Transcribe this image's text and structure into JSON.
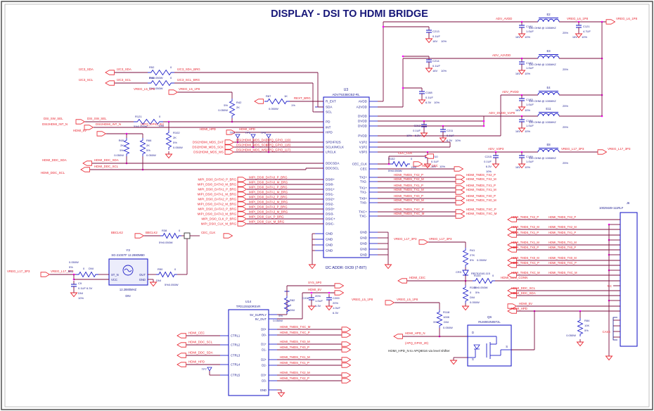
{
  "title": "DISPLAY  - DSI TO HDMI BRIDGE",
  "u3": {
    "ref": "U3",
    "part": "ADV7533BCBZ-RL",
    "addr": "I2C ADDR: 0X39 (7-BIT)",
    "left_pins": [
      "R_EXT",
      "SDA",
      "SCL",
      "PD",
      "INT",
      "HPD",
      "SPDIF/I2S",
      "SCLK/MCLK",
      "LRCLK",
      "DDCSDA",
      "DDCSCL",
      "DSI0+",
      "DSI0-",
      "DSI1+",
      "DSI1-",
      "DSI2+",
      "DSI2-",
      "DSI3+",
      "DSI3-",
      "DSIC+",
      "DSIC-",
      "GND",
      "GND",
      "GND",
      "GND"
    ],
    "right_pins": [
      "AVDD",
      "A2VDD",
      "DVDD",
      "DVDD",
      "DVDD",
      "PVDD",
      "V1P2",
      "V1P2",
      "V3P3",
      "CEC_CLK",
      "CEC",
      "TX2+",
      "TX2-",
      "TX1+",
      "TX1-",
      "TX0+",
      "TX0-",
      "TXC+",
      "TXC-",
      "GND",
      "GND",
      "GND",
      "GND",
      "GND"
    ]
  },
  "rails": [
    {
      "net": "ADV_AVDD",
      "bead": "E2",
      "bead_val": "330 OHM @ 100MHZ",
      "bead_tol": "25%",
      "cap": "C181",
      "cap_val": "1.0UF",
      "cap_v": "16V",
      "cap_tol": "10%"
    },
    {
      "net": "ADV_A2VDD",
      "bead": "E3",
      "bead_val": "330 OHM @ 100MHZ",
      "bead_tol": "25%",
      "cap": "C182",
      "cap_val": "1.0UF",
      "cap_v": "16V",
      "cap_tol": "10%"
    },
    {
      "net": "ADV_PVDD",
      "bead": "E4",
      "bead_val": "330 OHM @ 100MHZ",
      "bead_tol": "25%",
      "cap": "C183",
      "cap_val": "1.0UF",
      "cap_v": "16V",
      "cap_tol": "10%"
    },
    {
      "net": "ADV_DVDD_V1P8",
      "bead": "E11",
      "bead_val": "330 OHM @ 100MHZ",
      "bead_tol": "25%",
      "cap": "C184",
      "cap_val": "1.0UF",
      "cap_v": "16V",
      "cap_tol": "10%"
    },
    {
      "net": "ADV_V3P3",
      "bead": "E8",
      "bead_val": "330 OHM @ 100MHZ",
      "bead_tol": "25%",
      "cap": "C189",
      "cap_val": "1.0UF",
      "cap_v": "16V",
      "cap_tol": "10%"
    }
  ],
  "flags": {
    "vreg_l6": "VREG_L6_1P8",
    "vreg_l17": "VREG_L17_3P3",
    "vreg_l5": "VREG_L5_1P8",
    "sys_5p0": "SYS_5P0",
    "hdmi_5v": "HDMI_5V",
    "hdmi_hpd": "HDMI_HPD",
    "hdmi_cec": "HDMI_CEC",
    "bbclk2": "BBCLK2",
    "cec_clk": "CEC_CLK"
  },
  "c121": {
    "ref": "C121",
    "val": "4.7UF",
    "v": "16V",
    "tol": "10%"
  },
  "c215": {
    "ref": "C215",
    "val": "0.1UF",
    "v": "6.3V",
    "tol": "10%"
  },
  "decaps": [
    {
      "ref": "C213",
      "val": "0.1UF",
      "v": "16V",
      "tol": "10%"
    },
    {
      "ref": "C214",
      "val": "0.1UF",
      "v": "16V",
      "tol": "10%"
    },
    {
      "ref": "C168",
      "val": "0.1UF",
      "v": "6.3V",
      "tol": "10%"
    },
    {
      "ref": "C212",
      "val": "0.1UF",
      "v": "6.3V",
      "tol": "10%"
    },
    {
      "ref": "C211",
      "val": "0.1UF",
      "v": "6.3V",
      "tol": "10%"
    },
    {
      "ref": "C210",
      "val": "0.1UF",
      "v": "16V",
      "tol": "10%"
    }
  ],
  "i2c": {
    "sda": "I2C3_SDA",
    "sda_brg": "I2C3_SDA_BRG",
    "scl": "I2C3_SCL",
    "scl_brg": "I2C3_SCL_BRG",
    "r52": {
      "ref": "R52",
      "val": "0",
      "pw": "5%0.050W"
    },
    "r40": {
      "ref": "R40",
      "val": "0",
      "pw": "5%0.050W"
    }
  },
  "straps": {
    "dsi_sw_sel": "DSI_SW_SEL",
    "int_n": "DSI2HDMI_INT_N",
    "int_gpio": "(APQ_GPIO_31)",
    "r121": {
      "ref": "R121",
      "val": "0",
      "dni": "DNI",
      "pw": "5%0.050W"
    },
    "r42": {
      "ref": "R42",
      "val": "2K",
      "tol": "5%",
      "pw": "0.050W"
    },
    "r102": {
      "ref": "R102",
      "val": "2K",
      "tol": "5%",
      "pw": "0.050W"
    }
  },
  "ddc": {
    "sda": "HDMI_DDC_SDA",
    "scl": "HDMI_DDC_SCL",
    "r65": {
      "ref": "R65",
      "val": "2K",
      "tol": "5%",
      "pw": "0.050W"
    },
    "r66": {
      "ref": "R66",
      "val": "2K",
      "tol": "5%",
      "pw": "0.050W"
    }
  },
  "hpd": {
    "net": "HDMI_HPD",
    "tps": [
      "TP4",
      "TP5",
      "TP6"
    ]
  },
  "mds": [
    {
      "name": "DSI2HDMI_MDS_DAT",
      "gpio": "(APQ_GPIO_119)"
    },
    {
      "name": "DSI2HDMI_MDS_SCK",
      "gpio": "(APQ_GPIO_118)"
    },
    {
      "name": "DSI2HDMI_MDS_WS",
      "gpio": "(APQ_GPIO_117)"
    }
  ],
  "rext": {
    "net": "REXT_BRG",
    "r87": {
      "ref": "R87",
      "val": "1K",
      "tol": "1%",
      "pw": "0.050W"
    }
  },
  "mipi": [
    "MIPI_DSI0_DATA0_P_BRG",
    "MIPI_DSI0_DATA0_M_BRG",
    "MIPI_DSI0_DATA1_P_BRG",
    "MIPI_DSI0_DATA1_M_BRG",
    "MIPI_DSI0_DATA2_P_BRG",
    "MIPI_DSI0_DATA2_M_BRG",
    "MIPI_DSI0_DATA3_P_BRG",
    "MIPI_DSI0_DATA3_M_BRG",
    "MIPI_DSI0_CLK_P_BRG",
    "MIPI_DSI0_CLK_M_BRG"
  ],
  "cecclk": {
    "r152": {
      "ref": "R152",
      "val": "0",
      "dni": "DNI",
      "pw": "5%0.050W"
    }
  },
  "tmds_ic": [
    "HDMI_TMDS_TX2_P",
    "HDMI_TMDS_TX2_M",
    "HDMI_TMDS_TX1_P",
    "HDMI_TMDS_TX1_M",
    "HDMI_TMDS_TX0_P",
    "HDMI_TMDS_TX0_M",
    "HDMI_TMDS_TXC_P",
    "HDMI_TMDS_TXC_M"
  ],
  "osc": {
    "ref": "Y3",
    "part": "SG-210STF 12.2880MB0",
    "freq": "12.2880MHZ",
    "dni": "DNI",
    "pins": {
      "st": "ST_N",
      "vcc": "VCC",
      "out": "OUT",
      "gnd": "GND"
    },
    "r38": {
      "ref": "R38",
      "val": "0",
      "pw": "5%0.050W"
    },
    "r51": {
      "ref": "R51",
      "val": "0",
      "dni": "DNI",
      "tol": "5%",
      "pw": "0.050W"
    },
    "r50": {
      "ref": "R50",
      "val": "0",
      "dni": "DNI",
      "pw": "5%0.050W"
    },
    "c9": {
      "ref": "C9",
      "val": "0.1UF 6.3V",
      "dni": "DNI",
      "tol": "10%"
    }
  },
  "u14": {
    "ref": "U14",
    "part": "TPD12S520RSVR",
    "pins_left": [
      "CTRL1",
      "CTRL2",
      "CTRL3",
      "CTRL4",
      "CTRL5"
    ],
    "pin_supply": "5V_SUPPLY",
    "pin_out": "5V_OUT",
    "pin_gnd": "GND",
    "pins_d": [
      "D0+",
      "D0-",
      "D1+",
      "D1-",
      "D2+",
      "D2-",
      "D3+",
      "D3-"
    ],
    "ctrl_nets": [
      "HDMI_CEC",
      "HDMI_DDC_SCL",
      "HDMI_DDC_SDA",
      "HDMI_HPD"
    ],
    "tp7": "TP7",
    "d_nets": [
      "HDMI_TMDS_TXC_M",
      "HDMI_TMDS_TXC_P",
      "HDMI_TMDS_TX0_M",
      "HDMI_TMDS_TX0_P",
      "HDMI_TMDS_TX1_M",
      "HDMI_TMDS_TX1_P",
      "HDMI_TMDS_TX2_M",
      "HDMI_TMDS_TX2_P"
    ],
    "r82": {
      "ref": "R82",
      "val": "0",
      "dni": "DNI",
      "tol": "5%",
      "pw": "0.050W"
    },
    "c208": {
      "ref": "C208",
      "val": "1.0UF",
      "v": "6.3V",
      "tol": "20%"
    },
    "c209": {
      "ref": "C209",
      "val": "1.0UF",
      "v": "6.3V",
      "tol": "20%"
    }
  },
  "lvl": {
    "q6": {
      "ref": "Q6",
      "part": "RUM002N05T2L",
      "pin_d": "D",
      "pin_s": "S",
      "pin_s2": "S"
    },
    "r41": {
      "ref": "R41",
      "val": "27K",
      "tol": "5%",
      "pw": "0.050W"
    },
    "cr3": {
      "ref": "CR3",
      "part": "RB751S40,115"
    },
    "r100": {
      "ref": "R100",
      "val": "0",
      "pw": "5%0.050W"
    },
    "r101": {
      "ref": "R101",
      "val": "0",
      "tol": "5%",
      "dni": "DNI",
      "pw": "0.050W"
    },
    "r118": {
      "ref": "R118",
      "val": "100K",
      "tol": "5%",
      "dni": "DNI",
      "pw": "0.050W"
    },
    "hpd_n": "HDMI_HPD_N",
    "gpio": "(APQ_GPIO_20)",
    "note": "HDMI_HPD_N to APQ8016 via level shifter"
  },
  "conn": {
    "ref": "J6",
    "part": "10029449-111RLF",
    "cec_conn": "HDMI_CEC_CONN",
    "nc": "NC",
    "case_label": "CASE",
    "ddc_scl": "HDMI_DDC_SCL",
    "ddc_sda": "HDMI_DDC_SDA",
    "v5": "HDMI_5V",
    "hpd": "HDMI_HPD",
    "r84": {
      "ref": "R84",
      "val": "10K",
      "tol": "5%",
      "pw": "0.050W"
    },
    "tmds": [
      "HDMI_TMDS_TX2_P",
      "HDMI_TMDS_TX2_M",
      "HDMI_TMDS_TX1_P",
      "HDMI_TMDS_TX1_M",
      "HDMI_TMDS_TX0_P",
      "HDMI_TMDS_TX0_M",
      "HDMI_TMDS_TXC_P",
      "HDMI_TMDS_TXC_M"
    ]
  },
  "colors": {
    "wire": "#7a0e3e",
    "blue": "#2121c8",
    "red": "#e8232e",
    "navy": "#1a1a8f",
    "junction": "#ff00ff",
    "black": "#222222",
    "title": "#161678"
  }
}
